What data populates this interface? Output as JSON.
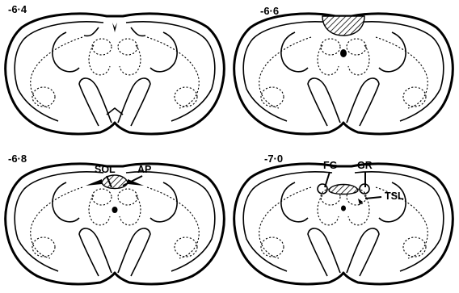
{
  "sections": [
    {
      "id": "s1",
      "label": "-6·4"
    },
    {
      "id": "s2",
      "label": "-6·6"
    },
    {
      "id": "s3",
      "label": "-6·8"
    },
    {
      "id": "s4",
      "label": "-7·0"
    }
  ],
  "regions": {
    "sol": "SOL",
    "ap": "AP",
    "fg": "FG",
    "gr": "GR",
    "tsl": "TSL"
  }
}
